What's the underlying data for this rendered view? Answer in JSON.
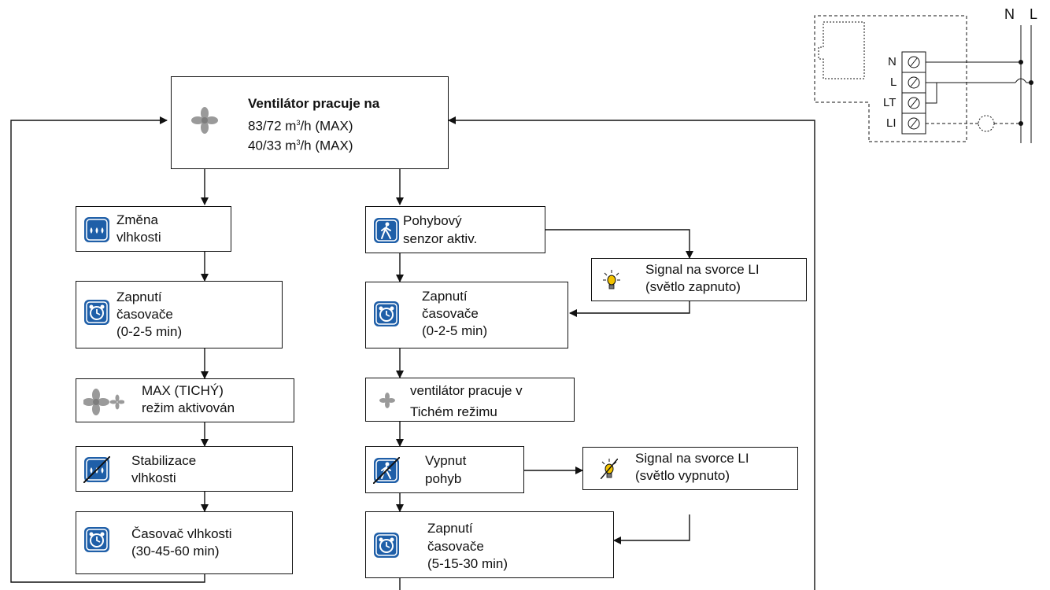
{
  "main_box": {
    "title": "Ventilátor pracuje na",
    "line1_pre": "83/72 m",
    "line1_post": "/h (MAX)",
    "line2_pre": "40/33 m",
    "line2_post": "/h (MAX)",
    "superscript": "3"
  },
  "left_branch": {
    "humidity_change": [
      "Změna",
      "vlhkosti"
    ],
    "timer_on": [
      "Zapnutí",
      "časovače",
      "(0-2-5 min)"
    ],
    "max_mode": [
      "MAX (TICHÝ)",
      "režim aktivován"
    ],
    "stabilization": [
      "Stabilizace",
      "vlhkosti"
    ],
    "humidity_timer": [
      "Časovač vlhkosti",
      "(30-45-60 min)"
    ]
  },
  "right_branch": {
    "motion_sensor": [
      "Pohybový",
      "senzor aktiv."
    ],
    "signal_on": [
      "Signal na svorce LI",
      "(světlo zapnuto)"
    ],
    "timer_on": [
      "Zapnutí",
      "časovače",
      "(0-2-5 min)"
    ],
    "quiet_mode": [
      "ventilátor pracuje v",
      "Tichém režimu"
    ],
    "motion_off": [
      "Vypnut",
      "pohyb"
    ],
    "signal_off": [
      "Signal na svorce LI",
      "(světlo vypnuto)"
    ],
    "timer_on_long": [
      "Zapnutí",
      "časovače",
      "(5-15-30 min)"
    ]
  },
  "wiring": {
    "top_labels": [
      "N",
      "L"
    ],
    "terminals": [
      "N",
      "L",
      "LT",
      "LI"
    ]
  },
  "icons": {
    "fan": "fan-icon",
    "drops": "water-drops-icon",
    "clock": "alarm-clock-icon",
    "walker": "walking-person-icon",
    "bulb": "light-bulb-icon"
  },
  "colors": {
    "icon_blue": "#1f5fa8",
    "fan_gray": "#9a9a9a",
    "line": "#111111"
  }
}
